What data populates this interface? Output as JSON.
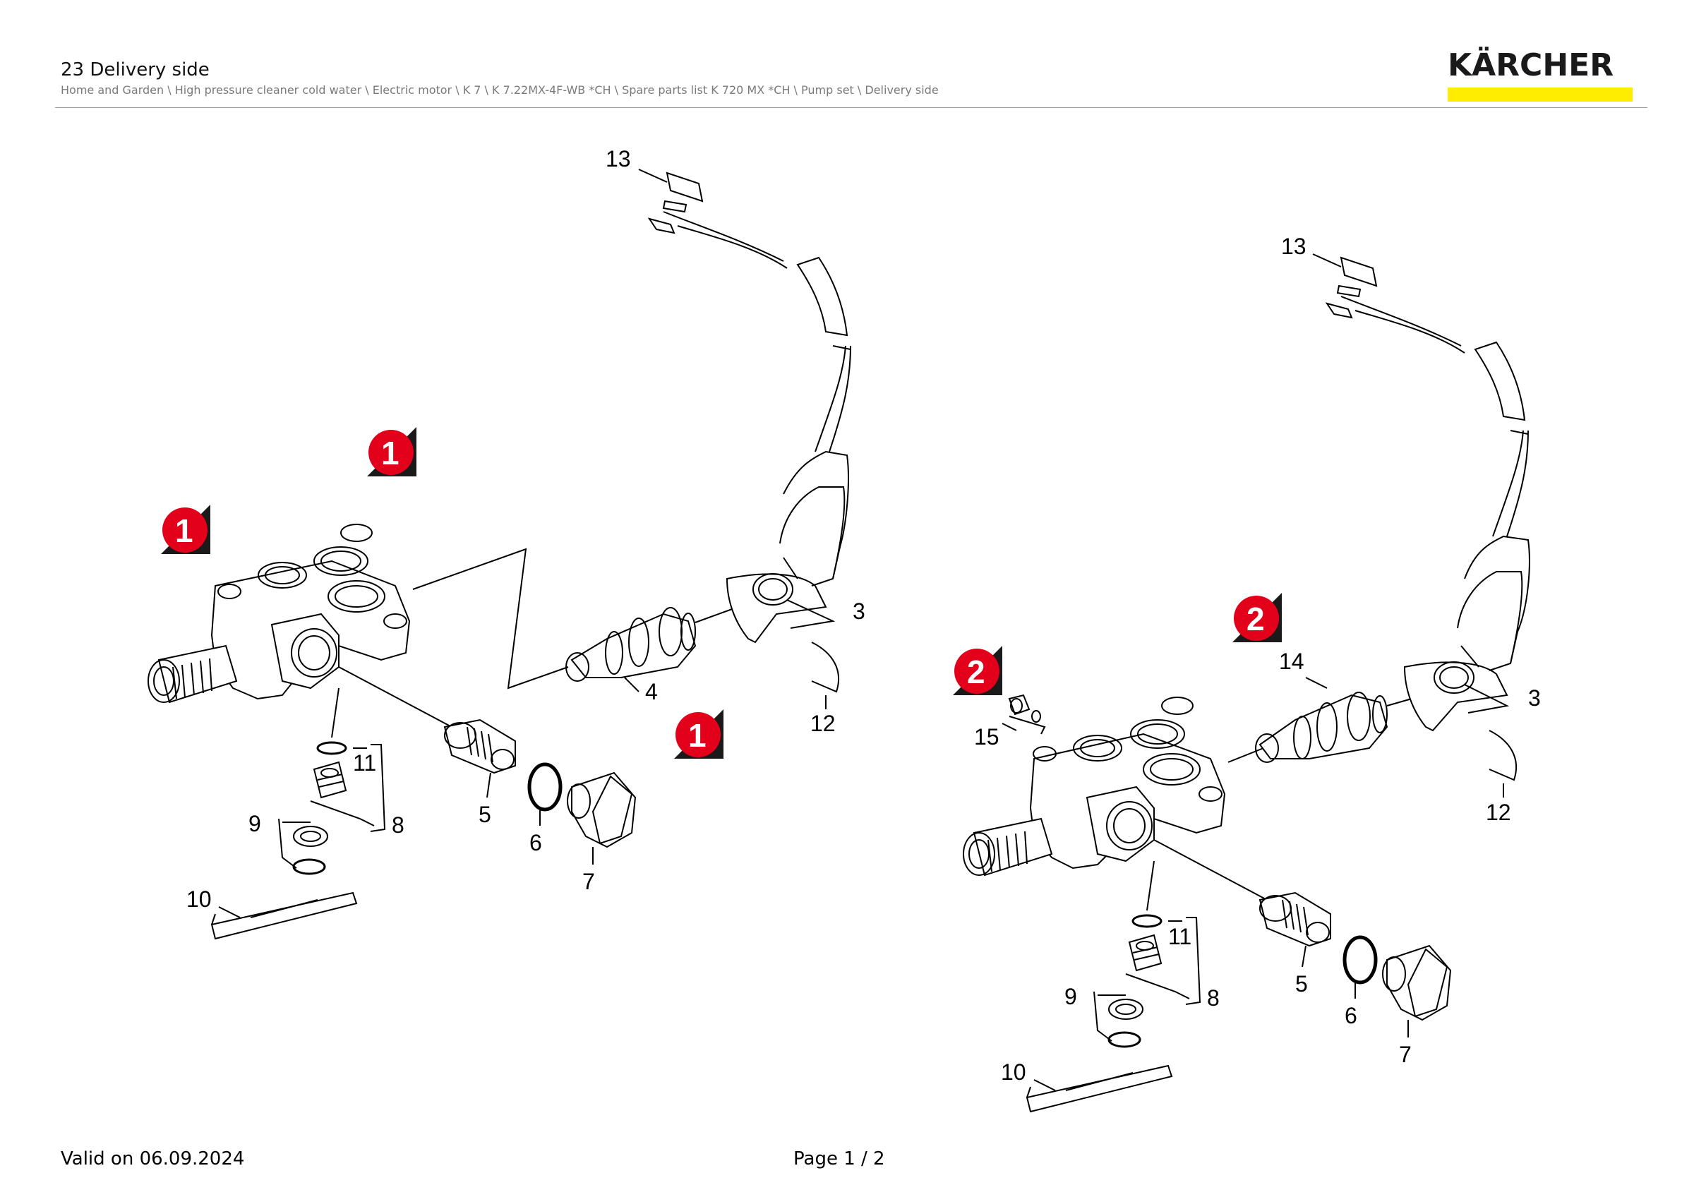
{
  "header": {
    "title": "23 Delivery side",
    "breadcrumb": "Home and Garden \\ High pressure cleaner cold water \\ Electric motor \\ K 7 \\ K 7.22MX-4F-WB *CH \\ Spare parts list K 720 MX *CH \\ Pump set \\ Delivery side",
    "logo_text": "KÄRCHER",
    "brand_color": "#ffed00"
  },
  "diagram": {
    "left_labels": {
      "p13": "13",
      "p3": "3",
      "p4": "4",
      "p12": "12",
      "p11": "11",
      "p8": "8",
      "p9": "9",
      "p5": "5",
      "p6": "6",
      "p7": "7",
      "p10": "10"
    },
    "right_labels": {
      "p13": "13",
      "p3": "3",
      "p14": "14",
      "p12": "12",
      "p15": "15",
      "p11": "11",
      "p8": "8",
      "p9": "9",
      "p5": "5",
      "p6": "6",
      "p7": "7",
      "p10": "10"
    },
    "badges": {
      "one": "1",
      "two": "2"
    },
    "badge_color": "#e3001b"
  },
  "footer": {
    "valid": "Valid on 06.09.2024",
    "page": "Page 1 / 2"
  }
}
